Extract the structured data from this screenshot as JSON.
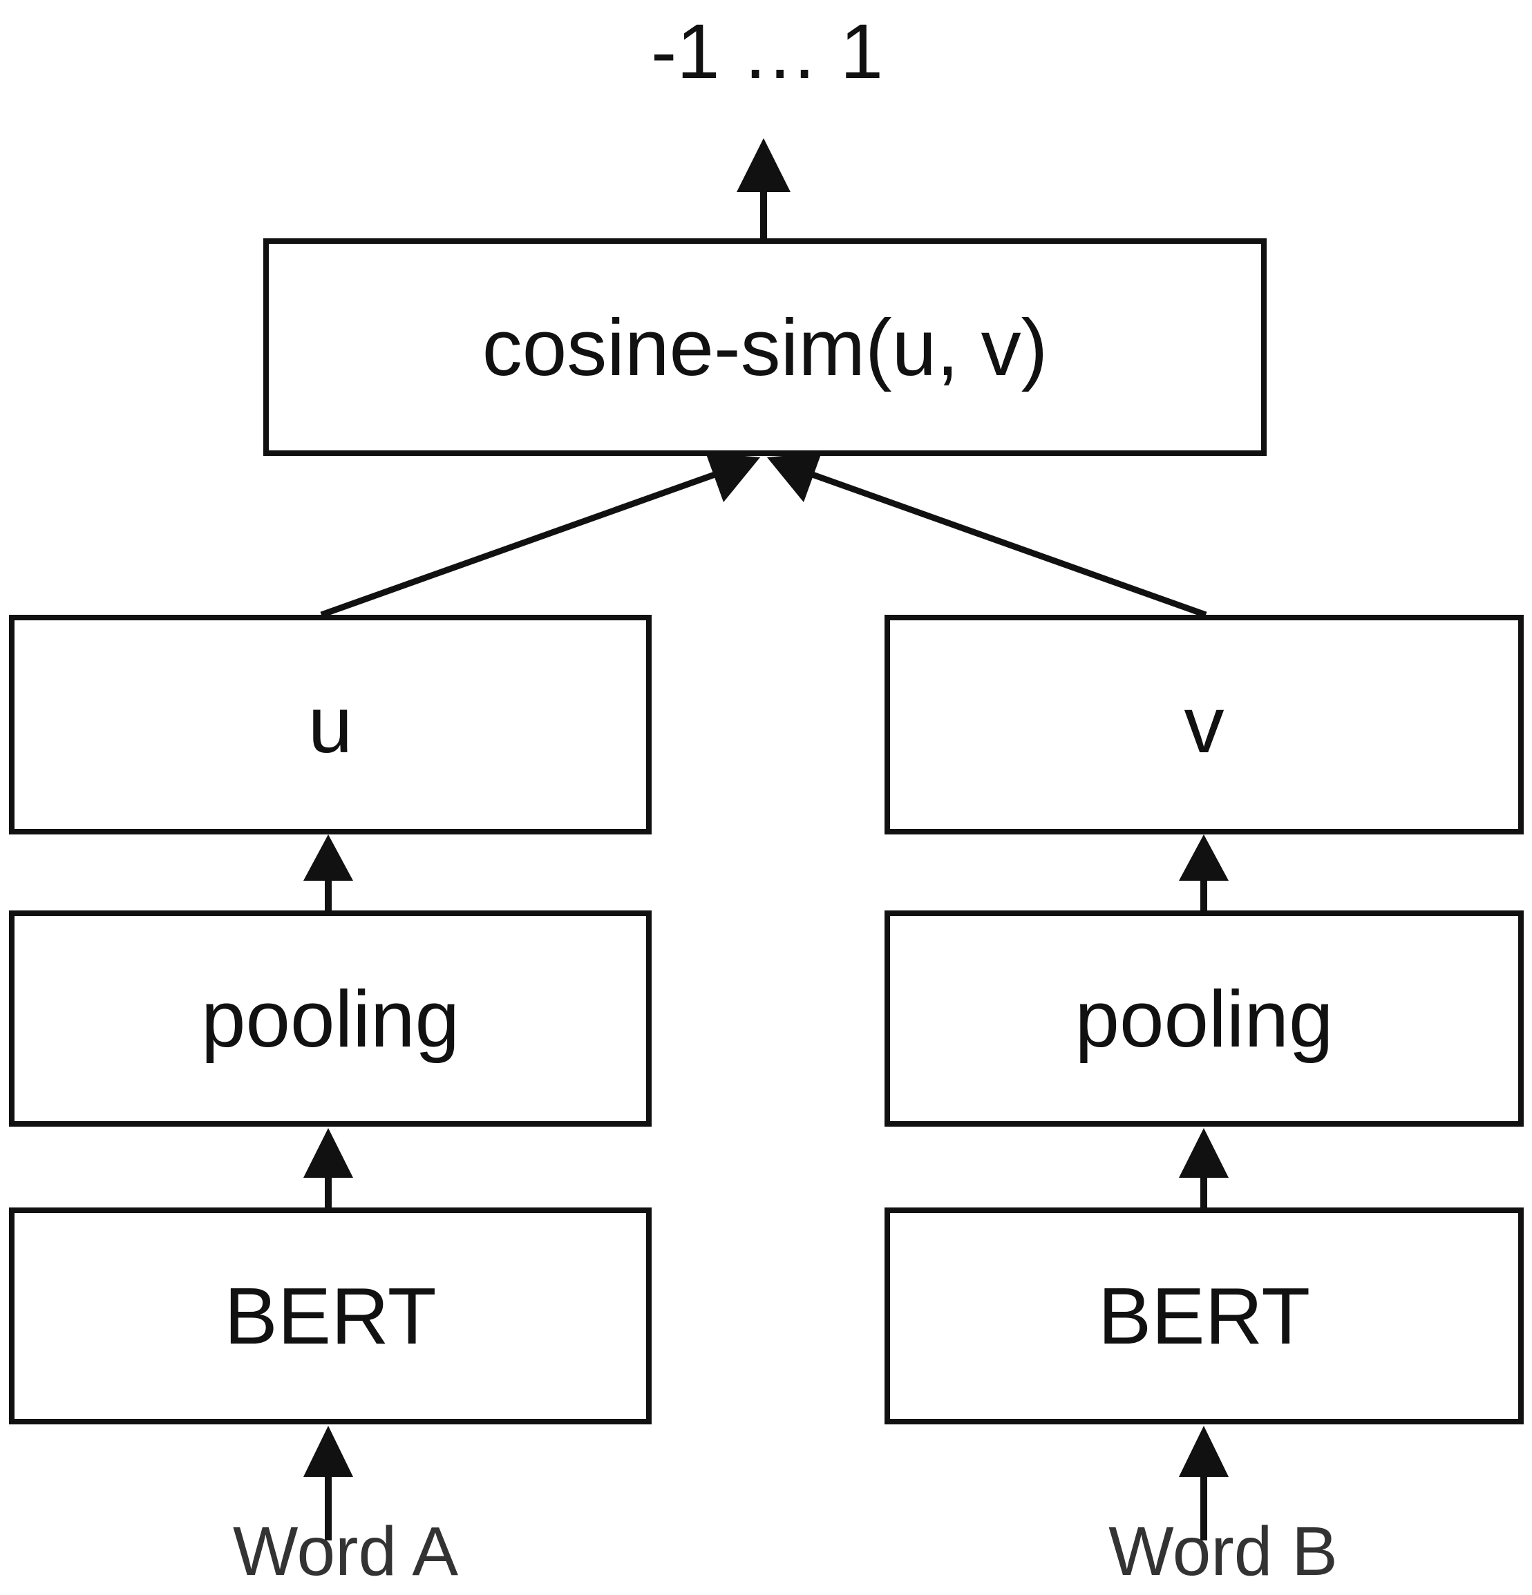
{
  "output": {
    "label": "-1 … 1"
  },
  "similarity": {
    "label": "cosine-sim(u, v)"
  },
  "branch_a": {
    "embedding": "u",
    "pooling": "pooling",
    "encoder": "BERT",
    "input": "Word A"
  },
  "branch_b": {
    "embedding": "v",
    "pooling": "pooling",
    "encoder": "BERT",
    "input": "Word B"
  },
  "colors": {
    "stroke": "#111111",
    "background": "#ffffff",
    "input_text": "#333333"
  }
}
